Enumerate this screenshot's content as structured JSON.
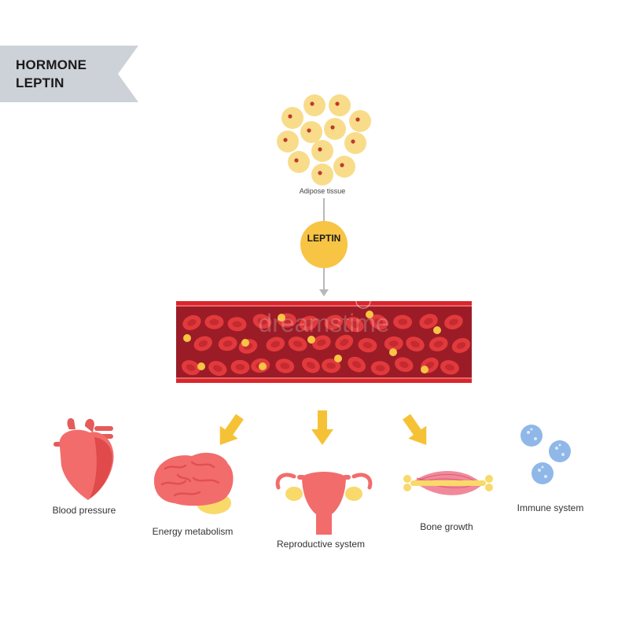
{
  "title": {
    "line1": "HORMONE",
    "line2": "LEPTIN"
  },
  "source": {
    "label": "Adipose tissue"
  },
  "hormone": {
    "label": "LEPTIN"
  },
  "targets": [
    {
      "label": "Blood pressure"
    },
    {
      "label": "Energy metabolism"
    },
    {
      "label": "Reproductive system"
    },
    {
      "label": "Bone growth"
    },
    {
      "label": "Immune system"
    }
  ],
  "watermark": "dreamstime",
  "colors": {
    "banner": "#cdd1d8",
    "fat": "#f8dc8a",
    "fat_dot": "#c0392b",
    "leptin": "#f7c444",
    "vessel_wall": "#d9262c",
    "vessel_inner": "#9b1c27",
    "rbc": "#e23a3c",
    "arrow": "#f6c235",
    "organ": "#f26c6c",
    "immune": "#8fb8e8"
  }
}
